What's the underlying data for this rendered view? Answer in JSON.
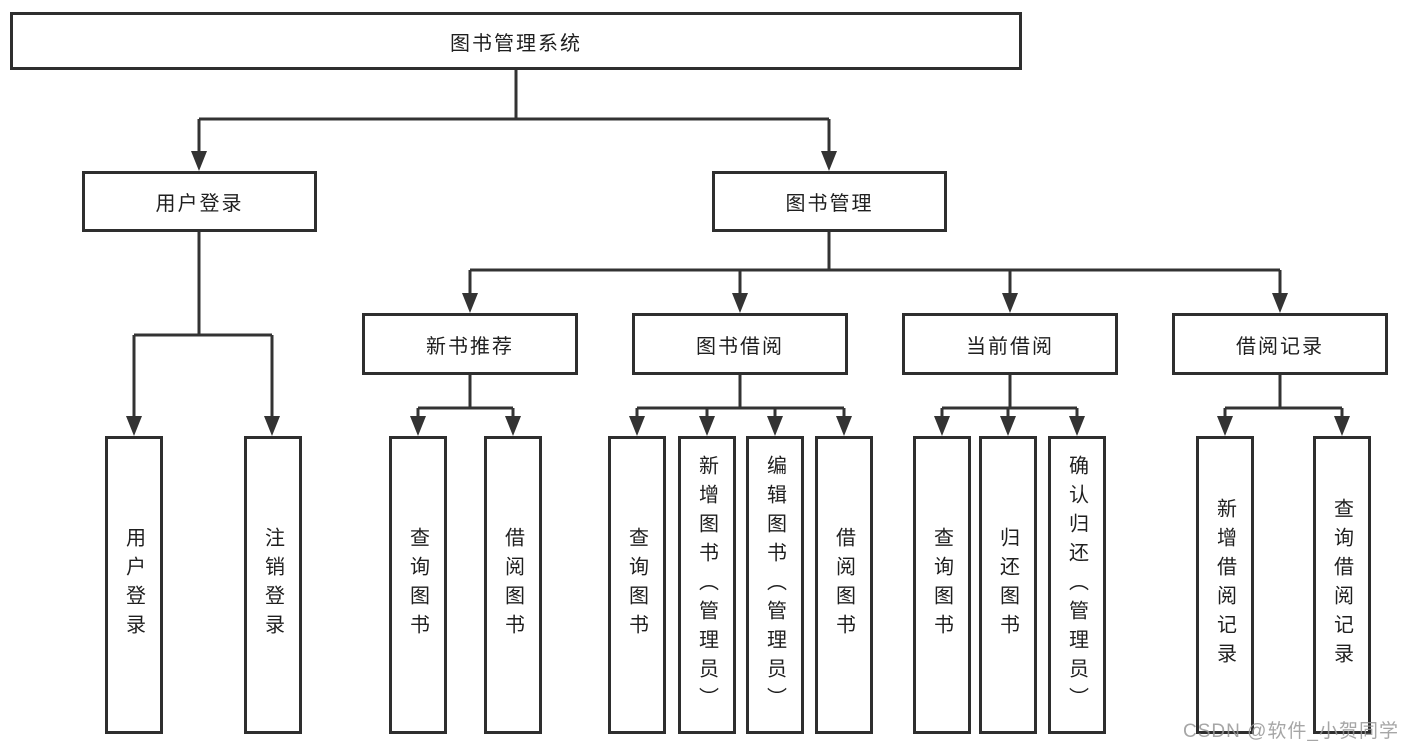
{
  "colors": {
    "line": "#333333",
    "box_border": "#2e2e2e",
    "text": "#1f1f1f",
    "watermark": "#969696"
  },
  "watermark": "CSDN @软件_小贺同学",
  "tree": {
    "root": {
      "label": "图书管理系统"
    },
    "user_login": {
      "label": "用户登录",
      "children": [
        {
          "label": "用户登录"
        },
        {
          "label": "注销登录"
        }
      ]
    },
    "book_mgmt": {
      "label": "图书管理",
      "children": [
        {
          "label": "新书推荐",
          "children": [
            {
              "label": "查询图书"
            },
            {
              "label": "借阅图书"
            }
          ]
        },
        {
          "label": "图书借阅",
          "children": [
            {
              "label": "查询图书"
            },
            {
              "label": "新增图书（管理员）"
            },
            {
              "label": "编辑图书（管理员）"
            },
            {
              "label": "借阅图书"
            }
          ]
        },
        {
          "label": "当前借阅",
          "children": [
            {
              "label": "查询图书"
            },
            {
              "label": "归还图书"
            },
            {
              "label": "确认归还（管理员）"
            }
          ]
        },
        {
          "label": "借阅记录",
          "children": [
            {
              "label": "新增借阅记录"
            },
            {
              "label": "查询借阅记录"
            }
          ]
        }
      ]
    }
  }
}
